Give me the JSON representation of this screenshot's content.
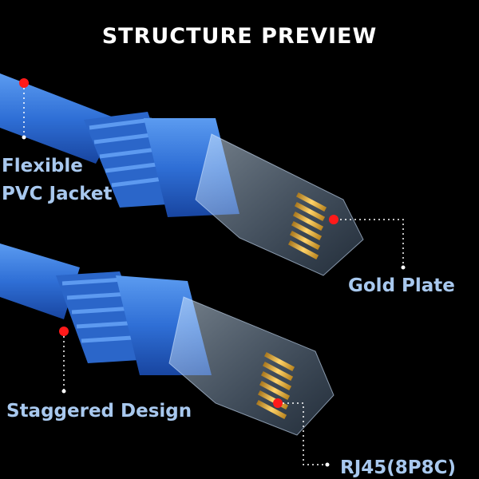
{
  "title": "STRUCTURE PREVIEW",
  "labels": {
    "jacket_line1": "Flexible",
    "jacket_line2": "PVC Jacket",
    "gold_plate": "Gold Plate",
    "staggered": "Staggered Design",
    "connector": "RJ45(8P8C)"
  },
  "colors": {
    "background": "#000000",
    "cable_blue": "#2f6fd6",
    "label_text": "#a8c8ee",
    "marker_red": "#ff1a1a",
    "gold": "#e6b43c"
  }
}
